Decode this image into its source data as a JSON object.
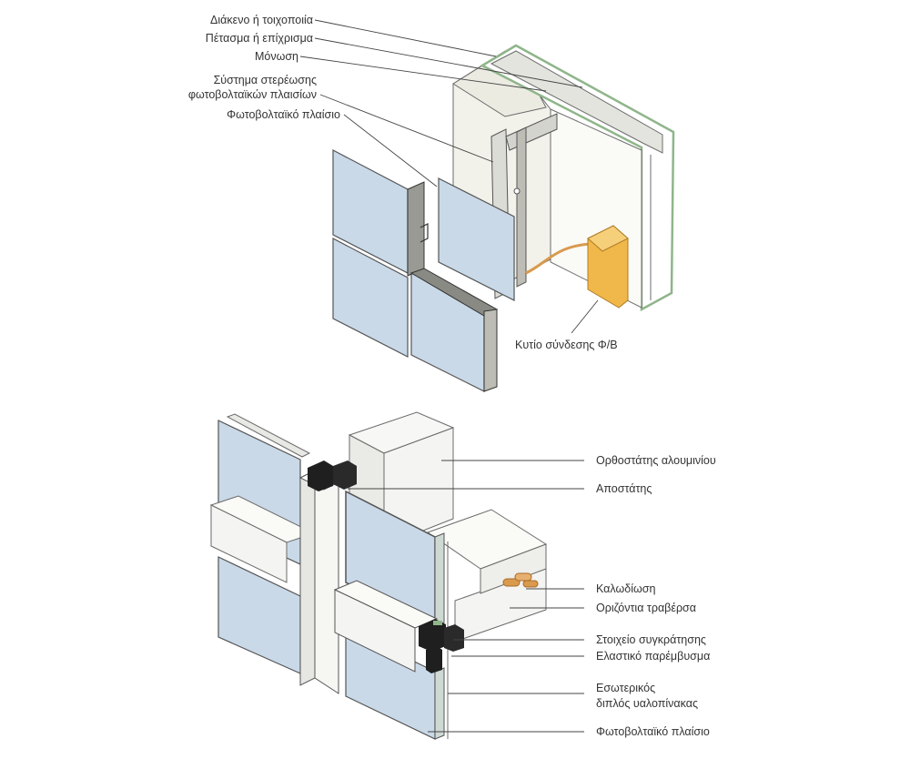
{
  "top_diagram": {
    "labels": [
      "Διάκενο ή τοιχοποιία",
      "Πέτασμα ή επίχρισμα",
      "Μόνωση",
      "Σύστημα στερέωσης",
      "φωτοβολταϊκών πλαισίων",
      "Φωτοβολταϊκό πλαίσιο"
    ],
    "junction_box_label": "Κυτίο σύνδεσης Φ/Β"
  },
  "bottom_diagram": {
    "labels": [
      "Ορθοστάτης αλουμινίου",
      "Αποστάτης",
      "Καλωδίωση",
      "Οριζόντια τραβέρσα",
      "Στοιχείο συγκράτησης",
      "Ελαστικό παρέμβυσμα",
      "Εσωτερικός",
      "διπλός υαλοπίνακας",
      "Φωτοβολταϊκό πλαίσιο"
    ]
  },
  "colors": {
    "pv_panel": "#c9d9e8",
    "wall": "#f2f1ea",
    "insulation": "#e4e4df",
    "render_green": "#8fb58a",
    "junction_box": "#f0b84a",
    "aluminium": "#f4f4f2",
    "gasket": "#1f1f1f",
    "cable": "#d99a4e"
  }
}
